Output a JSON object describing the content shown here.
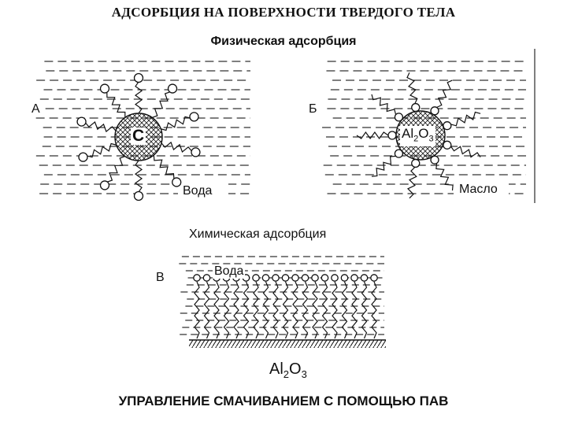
{
  "title": "АДСОРБЦИЯ НА ПОВЕРХНОСТИ ТВЕРДОГО ТЕЛА",
  "physical": {
    "title": "Физическая адсорбция",
    "panel_a": {
      "label": "А",
      "particle": "С",
      "medium": "Вода"
    },
    "panel_b": {
      "label": "Б",
      "particle_main": "Al",
      "particle_sub1": "2",
      "particle_mid": "O",
      "particle_sub2": "3",
      "medium": "Масло"
    }
  },
  "chemical": {
    "title": "Химическая адсорбция",
    "panel_c": {
      "label": "В",
      "medium": "Вода"
    },
    "surface_main": "Al",
    "surface_sub1": "2",
    "surface_mid": "O",
    "surface_sub2": "3"
  },
  "footer": "УПРАВЛЕНИЕ СМАЧИВАНИЕМ С ПОМОЩЬЮ ПАВ"
}
